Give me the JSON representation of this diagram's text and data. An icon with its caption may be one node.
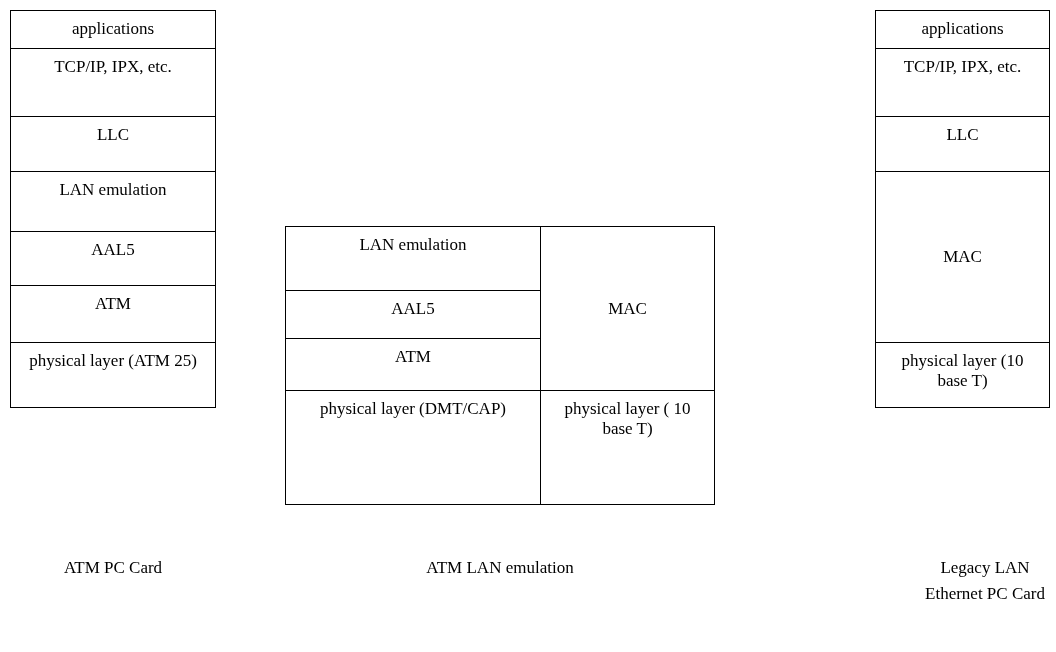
{
  "diagram": {
    "nodes": [
      {
        "text": [
          "applications"
        ]
      },
      {
        "text": [
          "TCP/IP, IPX, etc."
        ]
      },
      {
        "text": [
          "LLC"
        ]
      },
      {
        "text": [
          "LAN emulation"
        ]
      },
      {
        "text": [
          "AAL5"
        ]
      },
      {
        "text": [
          "ATM"
        ]
      },
      {
        "text": [
          "physical layer (ATM 25)"
        ]
      },
      {
        "text": [
          "LAN emulation"
        ]
      },
      {
        "text": [
          "AAL5"
        ]
      },
      {
        "text": [
          "ATM"
        ]
      },
      {
        "text": [
          "physical layer (DMT/CAP)"
        ]
      },
      {
        "text": [
          "MAC"
        ]
      },
      {
        "text": [
          "physical layer ( 10 base T)"
        ]
      },
      {
        "text": [
          "applications"
        ]
      },
      {
        "text": [
          "TCP/IP, IPX, etc."
        ]
      },
      {
        "text": [
          "LLC"
        ]
      },
      {
        "text": [
          "MAC"
        ]
      },
      {
        "text": [
          "physical layer (10 base T)"
        ]
      }
    ],
    "labels": [
      "ATM PC Card",
      "ATM LAN emulation",
      "Legacy LAN Ethernet PC Card"
    ]
  }
}
